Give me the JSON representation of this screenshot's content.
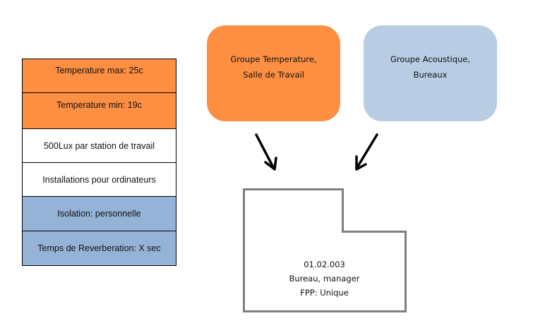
{
  "colors": {
    "temperature": "#fd8f43",
    "acoustic_table": "#94b3d7",
    "acoustic_group": "#b8cce4",
    "room_outline": "#7f7f7f"
  },
  "requirements": [
    {
      "label": "Temperature  max: 25c",
      "group": "temperature"
    },
    {
      "label": "Temperature  min: 19c",
      "group": "temperature"
    },
    {
      "label": "500Lux par station de travail",
      "group": "none"
    },
    {
      "label": "Installations pour ordinateurs",
      "group": "none"
    },
    {
      "label": "Isolation: personnelle",
      "group": "acoustic"
    },
    {
      "label": "Temps de Reverberation: X sec",
      "group": "acoustic"
    }
  ],
  "groups": {
    "temperature": {
      "line1": "Groupe Temperature,",
      "line2": "Salle de Travail"
    },
    "acoustic": {
      "line1": "Groupe Acoustique,",
      "line2": "Bureaux"
    }
  },
  "room": {
    "number": "01.02.003",
    "name": "Bureau, manager",
    "fpp": "FPP: Unique"
  }
}
